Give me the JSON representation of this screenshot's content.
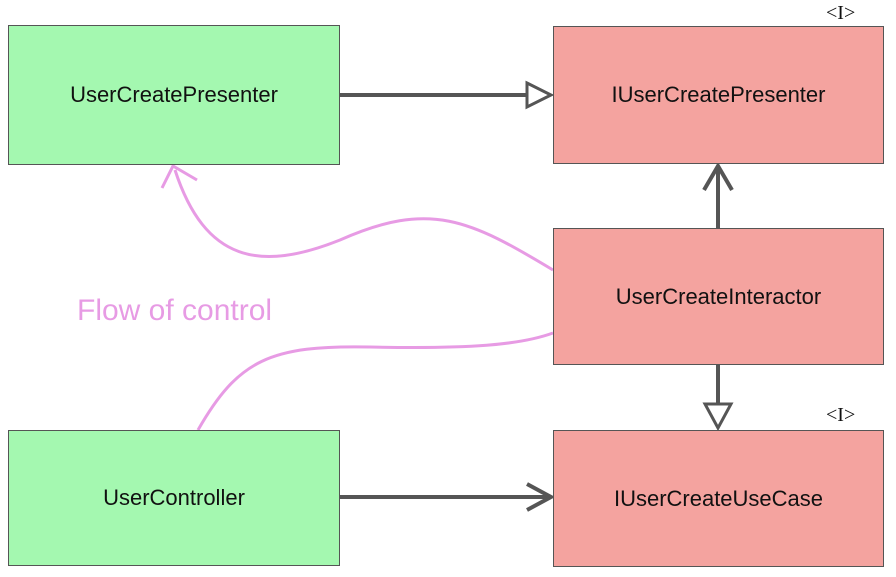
{
  "nodes": {
    "user_create_presenter": {
      "label": "UserCreatePresenter"
    },
    "i_user_create_presenter": {
      "label": "IUserCreatePresenter",
      "stereotype": "<I>"
    },
    "user_create_interactor": {
      "label": "UserCreateInteractor"
    },
    "user_controller": {
      "label": "UserController"
    },
    "i_user_create_use_case": {
      "label": "IUserCreateUseCase",
      "stereotype": "<I>"
    }
  },
  "flow": {
    "label": "Flow of control",
    "color": "#e79be4"
  },
  "colors": {
    "concrete": "#a4f8b0",
    "interface": "#f4a39f",
    "arrow": "#555555"
  }
}
